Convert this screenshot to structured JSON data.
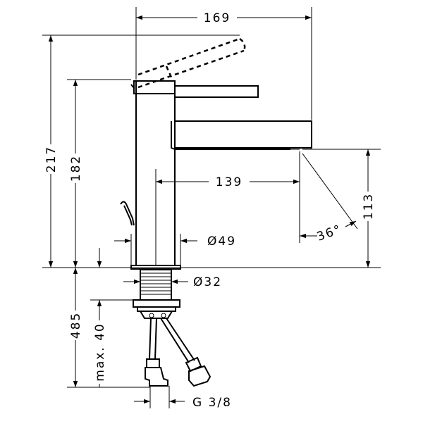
{
  "dimensions": {
    "width_top": "169",
    "total_height": "217",
    "spout_height": "182",
    "spout_reach": "139",
    "outlet_height": "113",
    "angle": "36°",
    "body_diameter": "Ø49",
    "shank_diameter": "Ø32",
    "below_counter": "485",
    "max_thickness": "max. 40",
    "hose_thread": "G 3/8"
  }
}
